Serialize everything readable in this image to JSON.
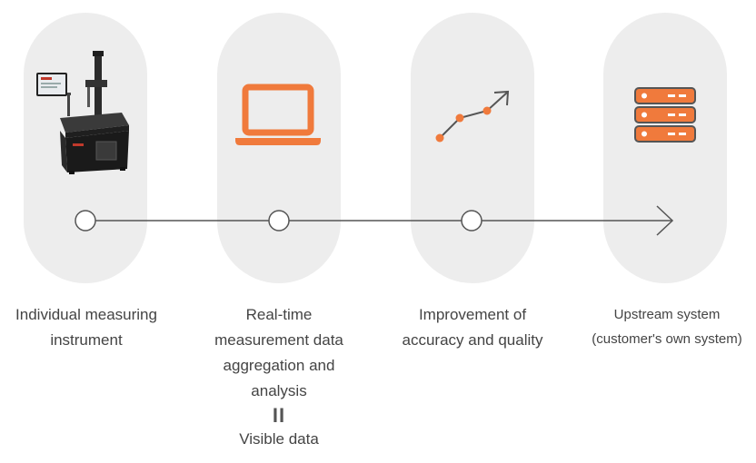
{
  "colors": {
    "accent_orange": "#f07a3c",
    "pill_background": "#ededed",
    "timeline_line": "#555555",
    "text": "#444444"
  },
  "steps": [
    {
      "icon": "measuring-instrument-icon",
      "lines": [
        "Individual measuring",
        "instrument"
      ]
    },
    {
      "icon": "laptop-icon",
      "lines": [
        "Real-time",
        "measurement data",
        "aggregation and",
        "analysis"
      ],
      "equals_mark": "II",
      "extra_line": "Visible data"
    },
    {
      "icon": "trend-chart-icon",
      "lines": [
        "Improvement of",
        "accuracy and quality"
      ]
    },
    {
      "icon": "server-icon",
      "lines": [
        "Upstream system",
        "(customer's own system)"
      ]
    }
  ]
}
